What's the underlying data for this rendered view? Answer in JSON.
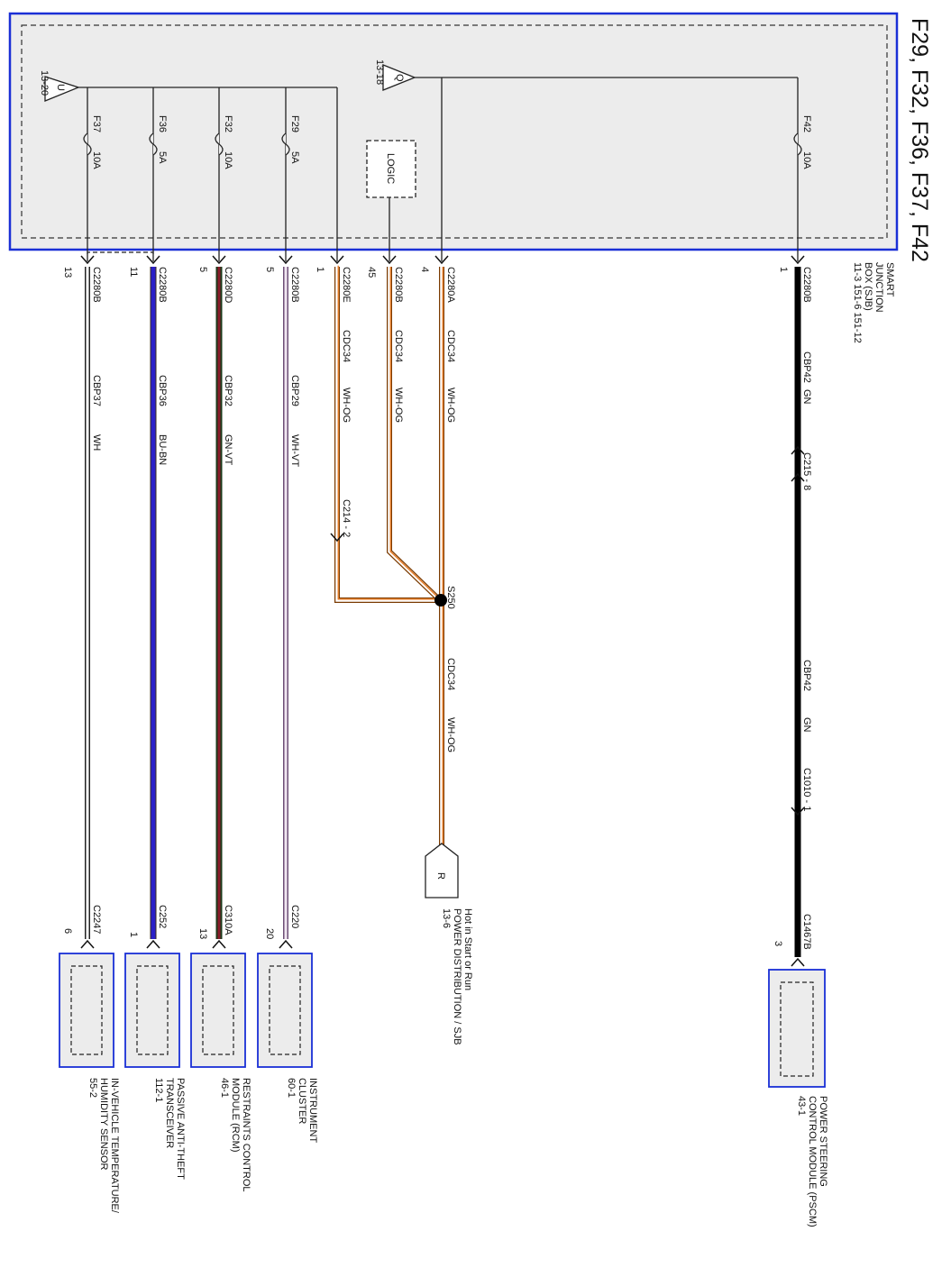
{
  "title": "F29, F32, F36, F37, F42",
  "sjb": {
    "label_lines": [
      "SMART",
      "JUNCTION",
      "BOX (SJB)",
      "11-3   151-6   151-12"
    ],
    "feed_u": {
      "letter": "U",
      "ref": "13-20"
    },
    "feed_q": {
      "letter": "Q",
      "ref": "13-18"
    },
    "logic_label": "LOGIC"
  },
  "fuses": [
    {
      "id": "f37",
      "name": "F37",
      "rating": "10A"
    },
    {
      "id": "f36",
      "name": "F36",
      "rating": "5A"
    },
    {
      "id": "f32",
      "name": "F32",
      "rating": "10A"
    },
    {
      "id": "f29",
      "name": "F29",
      "rating": "5A"
    },
    {
      "id": "f42",
      "name": "F42",
      "rating": "10A"
    }
  ],
  "circuits": [
    {
      "id": "w37",
      "sjb_pin": "13",
      "sjb_conn": "C2280B",
      "circuit": "CBP37",
      "color_code": "WH",
      "dest_conn": "C2247",
      "dest_pin": "6",
      "stripe": "#ffffff",
      "component": [
        "IN-VEHICLE TEMPERATURE/",
        "HUMIDITY SENSOR",
        "55-2"
      ]
    },
    {
      "id": "w36",
      "sjb_pin": "11",
      "sjb_conn": "C2280B",
      "circuit": "CBP36",
      "color_code": "BU-BN",
      "dest_conn": "C252",
      "dest_pin": "1",
      "stripe": "#2b20c8",
      "component": [
        "PASSIVE ANTI-THEFT",
        "TRANSCEIVER",
        "112-1"
      ]
    },
    {
      "id": "w32",
      "sjb_pin": "5",
      "sjb_conn": "C2280D",
      "circuit": "CBP32",
      "color_code": "GN-VT",
      "dest_conn": "C310A",
      "dest_pin": "13",
      "stripe": "#8a1c2a",
      "component": [
        "RESTRAINTS CONTROL",
        "MODULE (RCM)",
        "46-1"
      ]
    },
    {
      "id": "w29",
      "sjb_pin": "5",
      "sjb_conn": "C2280B",
      "circuit": "CBP29",
      "color_code": "WH-VT",
      "dest_conn": "C220",
      "dest_pin": "20",
      "stripe": "#b49ab4",
      "component": [
        "INSTRUMENT",
        "CLUSTER",
        "60-1"
      ]
    }
  ],
  "splice": {
    "id": "S250",
    "circuit": "CDC34",
    "color_code": "WH-OG",
    "inputs": [
      {
        "sjb_pin": "1",
        "sjb_conn": "C2280E",
        "inline": "C214 - 2"
      },
      {
        "sjb_pin": "45",
        "sjb_conn": "C2280B"
      },
      {
        "sjb_pin": "4",
        "sjb_conn": "C2280A"
      }
    ],
    "output_circuit": "CDC34",
    "output_color": "WH-OG",
    "dest_letter": "R",
    "dest_text": [
      "Hot in Start or Run",
      "POWER DISTRIBUTION / SJB",
      "13-6"
    ]
  },
  "psc": {
    "sjb_pin": "1",
    "sjb_conn": "C2280B",
    "circuit": "CBP42",
    "color_code": "GN",
    "inline1": "C215 - 8",
    "inline2": "C1010 - 1",
    "dest_conn": "C1467B",
    "dest_pin": "3",
    "component": [
      "POWER STEERING",
      "CONTROL MODULE (PSCM)",
      "43-1"
    ]
  },
  "colors": {
    "frame_blue": "#1a2fd6",
    "sjb_fill": "#ececec",
    "orange": "#e8781e",
    "black_wire": "#000000"
  }
}
